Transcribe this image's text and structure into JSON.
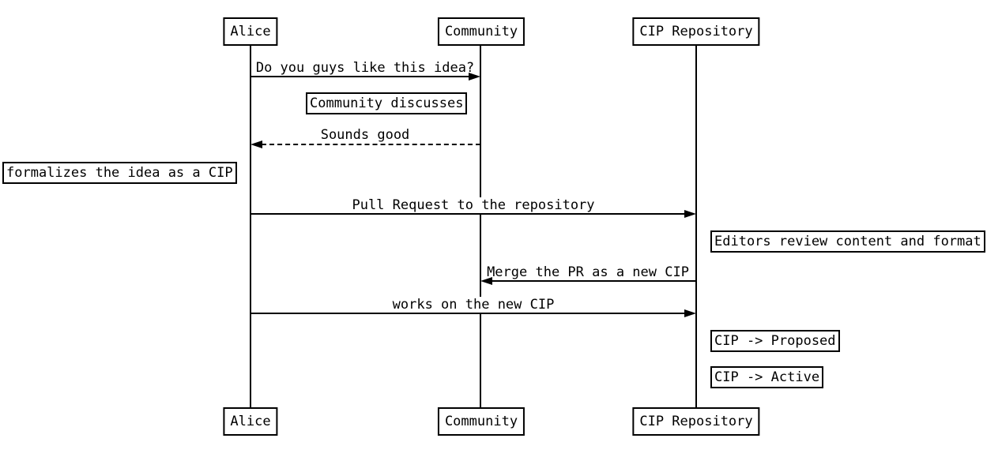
{
  "diagram": {
    "kind": "sequence-diagram",
    "background_color": "#ffffff",
    "line_color": "#000000",
    "text_color": "#000000"
  },
  "actors": [
    {
      "label": "Alice"
    },
    {
      "label": "Community"
    },
    {
      "label": "CIP Repository"
    }
  ],
  "messages": [
    {
      "from": "Alice",
      "to": "Community",
      "label": "Do you guys like this idea?",
      "style": "solid"
    },
    {
      "from": "Community",
      "to": "Alice",
      "label": "Sounds good",
      "style": "dashed"
    },
    {
      "from": "Alice",
      "to": "CIP Repository",
      "label": "Pull Request to the repository",
      "style": "solid"
    },
    {
      "from": "CIP Repository",
      "to": "Community",
      "label": "Merge the PR as a new CIP",
      "style": "solid"
    },
    {
      "from": "Alice",
      "to": "CIP Repository",
      "label": "works on the new CIP",
      "style": "solid"
    }
  ],
  "notes": [
    {
      "position": "over Community",
      "label": "Community discusses"
    },
    {
      "position": "left of Alice",
      "label": "formalizes the idea as a CIP"
    },
    {
      "position": "right of CIP Repository",
      "label": "Editors review content and format"
    },
    {
      "position": "right of CIP Repository",
      "label": "CIP -> Proposed"
    },
    {
      "position": "right of CIP Repository",
      "label": "CIP -> Active"
    }
  ]
}
